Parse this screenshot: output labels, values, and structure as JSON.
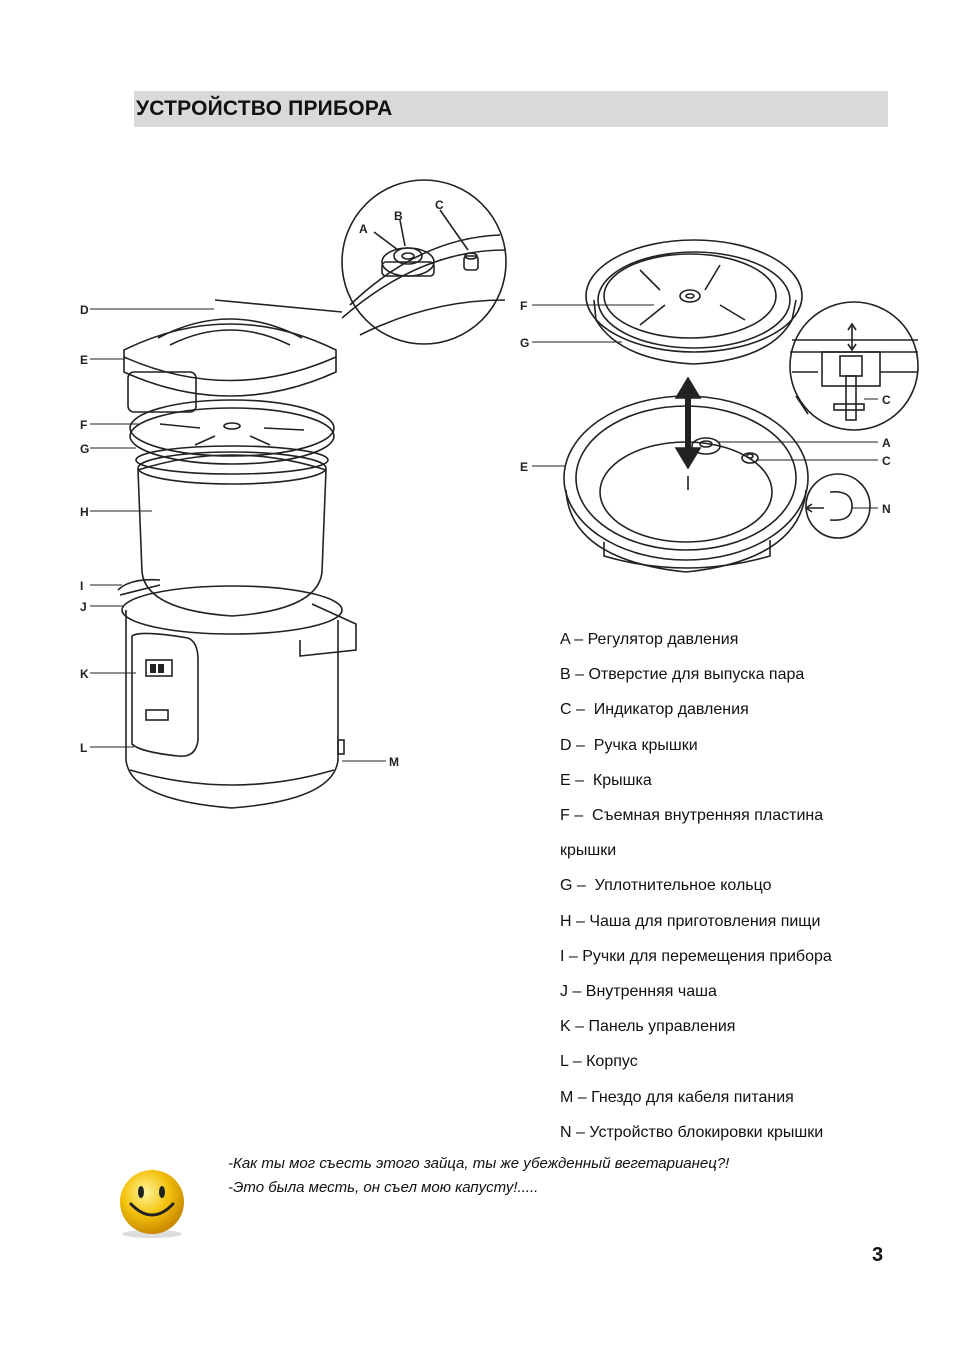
{
  "title": "УСТРОЙСТВО ПРИБОРА",
  "callouts": {
    "detail": [
      "A",
      "B",
      "C"
    ],
    "assembly": [
      "D",
      "E",
      "F",
      "G",
      "H",
      "I",
      "J",
      "K",
      "L",
      "M"
    ],
    "lid": [
      "F",
      "G",
      "E",
      "A",
      "C",
      "N",
      "C"
    ]
  },
  "legend": [
    "A – Регулятор давления",
    "B – Отверстие для выпуска пара",
    "C –  Индикатор давления",
    "D –  Ручка крышки",
    "E –  Крышка",
    "F –  Съемная внутренняя пластина",
    "крышки",
    "G –  Уплотнительное кольцо",
    "H – Чаша для приготовления пищи",
    "I – Ручки для перемещения прибора",
    "J – Внутренняя чаша",
    "K – Панель управления",
    "L – Корпус",
    "M – Гнездо для кабеля питания",
    "N – Устройство блокировки крышки"
  ],
  "jokes": [
    "-Как ты мог съесть этого зайца, ты же убежденный вегетарианец?!",
    "-Это была месть, он съел мою капусту!....."
  ],
  "page_number": "3",
  "icons": {
    "smiley": "smiley-face-icon"
  },
  "colors": {
    "header_bg": "#d9d9d9",
    "smiley": "#f4c20d",
    "line": "#222222"
  }
}
